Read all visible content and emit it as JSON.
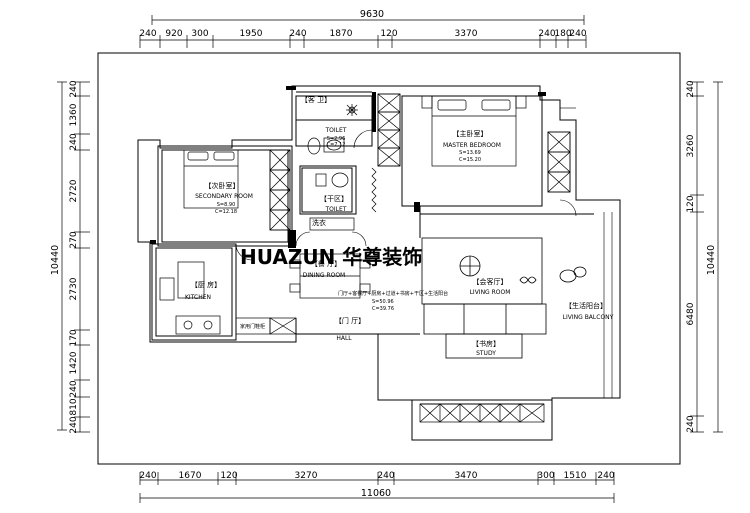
{
  "dimensions": {
    "top_total": "9630",
    "top_segments": [
      "240",
      "920",
      "300",
      "1950",
      "240",
      "1870",
      "120",
      "3370",
      "240",
      "180",
      "240"
    ],
    "bottom_total": "11060",
    "bottom_segments": [
      "240",
      "1670",
      "120",
      "3270",
      "240",
      "3470",
      "300",
      "1510",
      "240"
    ],
    "left_total": "10440",
    "left_segments": [
      "240",
      "1360",
      "240",
      "2720",
      "270",
      "2730",
      "170",
      "1420",
      "240",
      "810",
      "240"
    ],
    "right_total": "10440",
    "right_segments": [
      "240",
      "3260",
      "120",
      "6480",
      "240"
    ]
  },
  "rooms": {
    "guest_bath": {
      "cn": "【客 卫】",
      "en": "TOILET",
      "s": "S=2.96",
      "c": "C=7.12"
    },
    "master": {
      "cn": "【主卧室】",
      "en": "MASTER BEDROOM",
      "s": "S=13.69",
      "c": "C=15.20"
    },
    "secondary": {
      "cn": "【次卧室】",
      "en": "SECONDARY ROOM",
      "s": "S=8.90",
      "c": "C=12.18"
    },
    "dry_area": {
      "cn": "【干区】",
      "en": "TOILET"
    },
    "laundry": {
      "cn": "洗衣"
    },
    "dining": {
      "cn": "【餐 厅】",
      "en": "DINING ROOM"
    },
    "kitchen": {
      "cn": "【厨 房】",
      "en": "KITCHEN"
    },
    "living": {
      "cn": "【会客厅】",
      "en": "LIVING ROOM"
    },
    "balcony": {
      "cn": "【生活阳台】",
      "en": "LIVING BALCONY"
    },
    "hall": {
      "cn": "【门 厅】",
      "en": "HALL"
    },
    "study": {
      "cn": "【书房】",
      "en": "STUDY"
    },
    "combined": {
      "cn": "门厅+客餐厅+厨房+过道+书房+干区+生活阳台",
      "s": "S=50.96",
      "c": "C=39.76"
    },
    "shoe_cabinet": {
      "cn": "家用门鞋柜"
    }
  },
  "watermark": "HUAZUN 华尊装饰"
}
